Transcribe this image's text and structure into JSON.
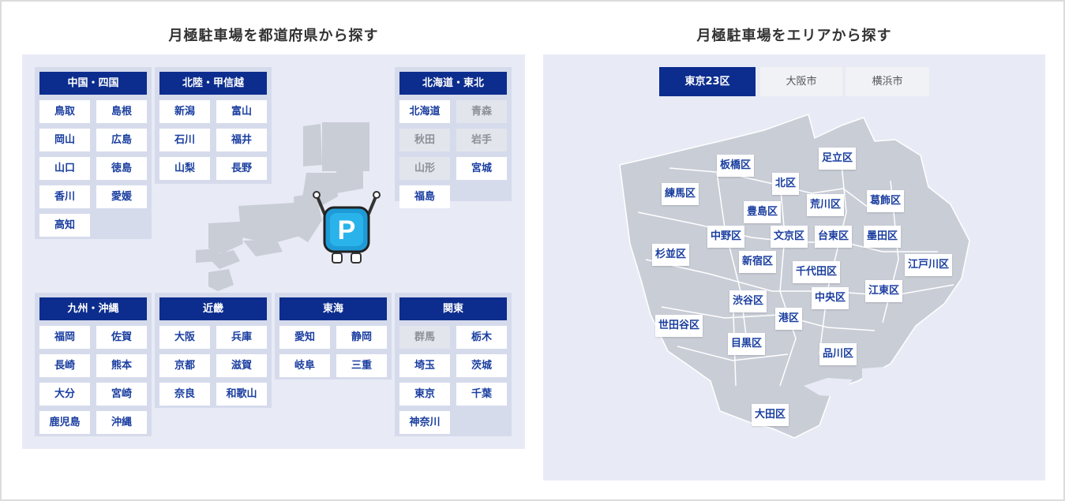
{
  "left": {
    "title": "月極駐車場を都道府県から探す",
    "regions": [
      {
        "name": "中国・四国",
        "prefs": [
          {
            "n": "鳥取"
          },
          {
            "n": "島根"
          },
          {
            "n": "岡山"
          },
          {
            "n": "広島"
          },
          {
            "n": "山口"
          },
          {
            "n": "徳島"
          },
          {
            "n": "香川"
          },
          {
            "n": "愛媛"
          },
          {
            "n": "高知"
          }
        ]
      },
      {
        "name": "北陸・甲信越",
        "prefs": [
          {
            "n": "新潟"
          },
          {
            "n": "富山"
          },
          {
            "n": "石川"
          },
          {
            "n": "福井"
          },
          {
            "n": "山梨"
          },
          {
            "n": "長野"
          }
        ]
      },
      {
        "name": "北海道・東北",
        "prefs": [
          {
            "n": "北海道"
          },
          {
            "n": "青森",
            "disabled": true
          },
          {
            "n": "秋田",
            "disabled": true
          },
          {
            "n": "岩手",
            "disabled": true
          },
          {
            "n": "山形",
            "disabled": true
          },
          {
            "n": "宮城"
          },
          {
            "n": "福島"
          }
        ]
      },
      {
        "name": "九州・沖縄",
        "prefs": [
          {
            "n": "福岡"
          },
          {
            "n": "佐賀"
          },
          {
            "n": "長崎"
          },
          {
            "n": "熊本"
          },
          {
            "n": "大分"
          },
          {
            "n": "宮崎"
          },
          {
            "n": "鹿児島"
          },
          {
            "n": "沖縄"
          }
        ]
      },
      {
        "name": "近畿",
        "prefs": [
          {
            "n": "大阪"
          },
          {
            "n": "兵庫"
          },
          {
            "n": "京都"
          },
          {
            "n": "滋賀"
          },
          {
            "n": "奈良"
          },
          {
            "n": "和歌山"
          }
        ]
      },
      {
        "name": "東海",
        "prefs": [
          {
            "n": "愛知"
          },
          {
            "n": "静岡"
          },
          {
            "n": "岐阜"
          },
          {
            "n": "三重"
          }
        ]
      },
      {
        "name": "関東",
        "prefs": [
          {
            "n": "群馬",
            "disabled": true
          },
          {
            "n": "栃木"
          },
          {
            "n": "埼玉"
          },
          {
            "n": "茨城"
          },
          {
            "n": "東京"
          },
          {
            "n": "千葉"
          },
          {
            "n": "神奈川"
          }
        ]
      }
    ],
    "mascot_letter": "P"
  },
  "right": {
    "title": "月極駐車場をエリアから探す",
    "tabs": [
      {
        "label": "東京23区",
        "active": true
      },
      {
        "label": "大阪市",
        "active": false
      },
      {
        "label": "横浜市",
        "active": false
      }
    ],
    "wards": [
      "板橋区",
      "足立区",
      "北区",
      "練馬区",
      "葛飾区",
      "豊島区",
      "荒川区",
      "中野区",
      "文京区",
      "台東区",
      "墨田区",
      "杉並区",
      "新宿区",
      "江戸川区",
      "千代田区",
      "渋谷区",
      "中央区",
      "江東区",
      "港区",
      "世田谷区",
      "目黒区",
      "品川区",
      "大田区"
    ]
  },
  "colors": {
    "accent": "#0c2d8e",
    "link": "#1a3ea0",
    "panel": "#e8ebf5",
    "map": "#c9cdd6"
  }
}
